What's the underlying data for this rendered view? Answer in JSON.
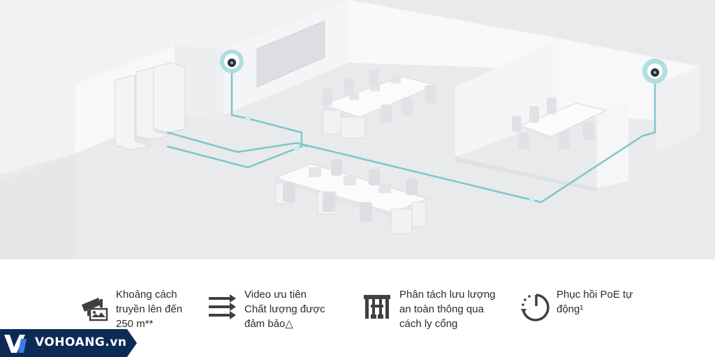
{
  "colors": {
    "floor": "#e9eaec",
    "wall": "#f7f7f8",
    "cable": "#7fc6c9",
    "icon": "#404040",
    "logo_bg": "#0d2a57"
  },
  "features": [
    {
      "icon": "camera-distance-icon",
      "lines": [
        "Khoảng cách",
        "truyền lên đến",
        "250 m**"
      ]
    },
    {
      "icon": "priority-arrows-icon",
      "lines": [
        "Video ưu tiên",
        "Chất lượng được",
        "đảm bảo△"
      ]
    },
    {
      "icon": "port-isolation-icon",
      "lines": [
        "Phân tách lưu lượng",
        "an toàn thông qua",
        "cách ly cổng"
      ]
    },
    {
      "icon": "poe-recovery-icon",
      "lines": [
        "Phục hồi PoE tự",
        "động¹"
      ]
    }
  ],
  "logo": {
    "text": "VOHOANG.vn"
  }
}
